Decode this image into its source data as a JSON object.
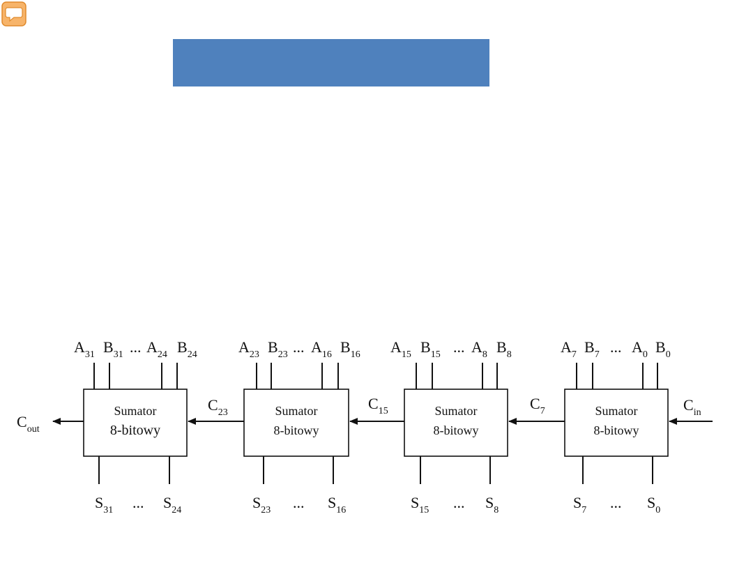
{
  "title": "",
  "adders": [
    {
      "line1": "Sumator",
      "line2": "8-bitowy",
      "inputs": [
        {
          "base": "A",
          "sub": "31"
        },
        {
          "base": "B",
          "sub": "31"
        },
        {
          "base": "...",
          "sub": ""
        },
        {
          "base": "A",
          "sub": "24"
        },
        {
          "base": "B",
          "sub": "24"
        }
      ],
      "outputs": [
        {
          "base": "S",
          "sub": "31"
        },
        {
          "base": "...",
          "sub": ""
        },
        {
          "base": "S",
          "sub": "24"
        }
      ]
    },
    {
      "line1": "Sumator",
      "line2": "8-bitowy",
      "inputs": [
        {
          "base": "A",
          "sub": "23"
        },
        {
          "base": "B",
          "sub": "23"
        },
        {
          "base": "...",
          "sub": ""
        },
        {
          "base": "A",
          "sub": "16"
        },
        {
          "base": "B",
          "sub": "16"
        }
      ],
      "outputs": [
        {
          "base": "S",
          "sub": "23"
        },
        {
          "base": "...",
          "sub": ""
        },
        {
          "base": "S",
          "sub": "16"
        }
      ]
    },
    {
      "line1": "Sumator",
      "line2": "8-bitowy",
      "inputs": [
        {
          "base": "A",
          "sub": "15"
        },
        {
          "base": "B",
          "sub": "15"
        },
        {
          "base": "...",
          "sub": ""
        },
        {
          "base": "A",
          "sub": "8"
        },
        {
          "base": "B",
          "sub": "8"
        }
      ],
      "outputs": [
        {
          "base": "S",
          "sub": "15"
        },
        {
          "base": "...",
          "sub": ""
        },
        {
          "base": "S",
          "sub": "8"
        }
      ]
    },
    {
      "line1": "Sumator",
      "line2": "8-bitowy",
      "inputs": [
        {
          "base": "A",
          "sub": "7"
        },
        {
          "base": "B",
          "sub": "7"
        },
        {
          "base": "...",
          "sub": ""
        },
        {
          "base": "A",
          "sub": "0"
        },
        {
          "base": "B",
          "sub": "0"
        }
      ],
      "outputs": [
        {
          "base": "S",
          "sub": "7"
        },
        {
          "base": "...",
          "sub": ""
        },
        {
          "base": "S",
          "sub": "0"
        }
      ]
    }
  ],
  "carries": [
    {
      "base": "C",
      "sub": "out"
    },
    {
      "base": "C",
      "sub": "23"
    },
    {
      "base": "C",
      "sub": "15"
    },
    {
      "base": "C",
      "sub": "7"
    },
    {
      "base": "C",
      "sub": "in"
    }
  ],
  "icons": {
    "comment": "speech-bubble-icon",
    "accent": "#4f81bd",
    "icon_color": "#f5a14a"
  }
}
